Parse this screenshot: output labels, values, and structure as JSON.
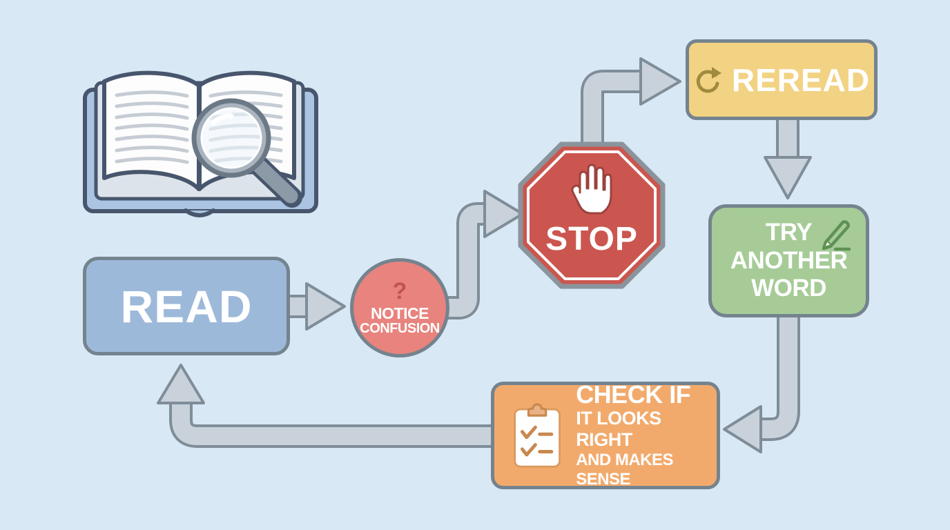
{
  "diagram": {
    "type": "flowchart",
    "topic": "reading comprehension monitoring strategy",
    "colors": {
      "background": "#d8e8f5",
      "arrow_fill": "#c9d2da",
      "arrow_edge": "#7f8d99",
      "node_border": "#74838e",
      "read_fill": "#9db9da",
      "notice_fill": "#e8837d",
      "stop_fill": "#cb564f",
      "reread_fill": "#f2d283",
      "try_fill": "#a6cb97",
      "check_fill": "#f2aa6c"
    },
    "illustration": {
      "name": "open-book-with-magnifying-glass"
    },
    "nodes": {
      "read": {
        "label": "READ"
      },
      "notice_confusion": {
        "icon": "question-mark-icon",
        "icon_glyph": "?",
        "line1": "NOTICE",
        "line2": "CONFUSION"
      },
      "stop": {
        "label": "STOP",
        "icon": "raised-hand-icon"
      },
      "reread": {
        "label": "REREAD",
        "icon": "circular-arrow-icon"
      },
      "try_another_word": {
        "line1": "TRY",
        "line2": "ANOTHER",
        "line3": "WORD",
        "icon": "pencil-icon"
      },
      "check": {
        "line1": "CHECK IF",
        "line2": "IT LOOKS RIGHT",
        "line3": "AND MAKES SENSE",
        "icon": "checklist-clipboard-icon"
      }
    }
  }
}
